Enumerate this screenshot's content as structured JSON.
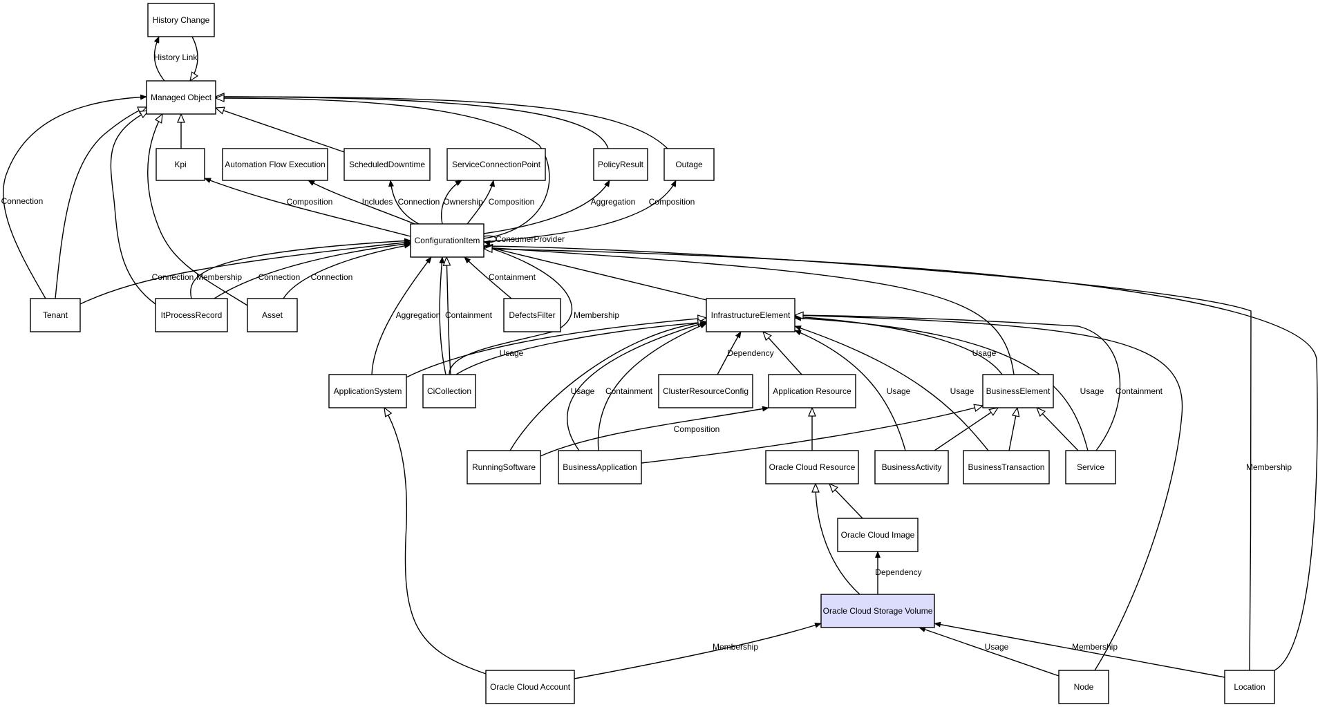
{
  "nodes": [
    {
      "id": "history_change",
      "label": "History Change"
    },
    {
      "id": "managed_object",
      "label": "Managed Object"
    },
    {
      "id": "kpi",
      "label": "Kpi"
    },
    {
      "id": "automation_flow_execution",
      "label": "Automation Flow Execution"
    },
    {
      "id": "scheduled_downtime",
      "label": "ScheduledDowntime"
    },
    {
      "id": "service_connection_point",
      "label": "ServiceConnectionPoint"
    },
    {
      "id": "policy_result",
      "label": "PolicyResult"
    },
    {
      "id": "outage",
      "label": "Outage"
    },
    {
      "id": "configuration_item",
      "label": "ConfigurationItem"
    },
    {
      "id": "tenant",
      "label": "Tenant"
    },
    {
      "id": "it_process_record",
      "label": "ItProcessRecord"
    },
    {
      "id": "asset",
      "label": "Asset"
    },
    {
      "id": "defects_filter",
      "label": "DefectsFilter"
    },
    {
      "id": "infrastructure_element",
      "label": "InfrastructureElement"
    },
    {
      "id": "application_system",
      "label": "ApplicationSystem"
    },
    {
      "id": "ci_collection",
      "label": "CiCollection"
    },
    {
      "id": "cluster_resource_config",
      "label": "ClusterResourceConfig"
    },
    {
      "id": "application_resource",
      "label": "Application Resource"
    },
    {
      "id": "business_element",
      "label": "BusinessElement"
    },
    {
      "id": "running_software",
      "label": "RunningSoftware"
    },
    {
      "id": "business_application",
      "label": "BusinessApplication"
    },
    {
      "id": "oracle_cloud_resource",
      "label": "Oracle Cloud Resource"
    },
    {
      "id": "business_activity",
      "label": "BusinessActivity"
    },
    {
      "id": "business_transaction",
      "label": "BusinessTransaction"
    },
    {
      "id": "service",
      "label": "Service"
    },
    {
      "id": "oracle_cloud_image",
      "label": "Oracle Cloud Image"
    },
    {
      "id": "oracle_cloud_storage_volume",
      "label": "Oracle Cloud Storage Volume",
      "highlight": true
    },
    {
      "id": "oracle_cloud_account",
      "label": "Oracle Cloud Account"
    },
    {
      "id": "node",
      "label": "Node"
    },
    {
      "id": "location",
      "label": "Location"
    }
  ],
  "edges": [
    {
      "from": "managed_object",
      "to": "history_change",
      "label": "History Link",
      "kind": "assoc"
    },
    {
      "from": "history_change",
      "to": "managed_object",
      "label": "",
      "kind": "inherit"
    },
    {
      "from": "kpi",
      "to": "managed_object",
      "label": "",
      "kind": "inherit"
    },
    {
      "from": "scheduled_downtime",
      "to": "managed_object",
      "label": "",
      "kind": "inherit"
    },
    {
      "from": "policy_result",
      "to": "managed_object",
      "label": "",
      "kind": "inherit"
    },
    {
      "from": "outage",
      "to": "managed_object",
      "label": "",
      "kind": "inherit"
    },
    {
      "from": "configuration_item",
      "to": "managed_object",
      "label": "",
      "kind": "inherit"
    },
    {
      "from": "tenant",
      "to": "managed_object",
      "label": "Connection",
      "kind": "assoc"
    },
    {
      "from": "tenant",
      "to": "managed_object",
      "label": "",
      "kind": "inherit"
    },
    {
      "from": "it_process_record",
      "to": "managed_object",
      "label": "",
      "kind": "inherit"
    },
    {
      "from": "asset",
      "to": "managed_object",
      "label": "",
      "kind": "inherit"
    },
    {
      "from": "configuration_item",
      "to": "kpi",
      "label": "Composition",
      "kind": "assoc"
    },
    {
      "from": "configuration_item",
      "to": "automation_flow_execution",
      "label": "Includes",
      "kind": "assoc"
    },
    {
      "from": "configuration_item",
      "to": "scheduled_downtime",
      "label": "Connection",
      "kind": "assoc"
    },
    {
      "from": "configuration_item",
      "to": "service_connection_point",
      "label": "Ownership",
      "kind": "assoc"
    },
    {
      "from": "configuration_item",
      "to": "service_connection_point",
      "label": "Composition",
      "kind": "assoc"
    },
    {
      "from": "configuration_item",
      "to": "policy_result",
      "label": "Aggregation",
      "kind": "assoc"
    },
    {
      "from": "configuration_item",
      "to": "outage",
      "label": "Composition",
      "kind": "assoc"
    },
    {
      "from": "configuration_item",
      "to": "configuration_item",
      "label": "ConsumerProvider",
      "kind": "assoc"
    },
    {
      "from": "tenant",
      "to": "configuration_item",
      "label": "Connection",
      "kind": "assoc"
    },
    {
      "from": "it_process_record",
      "to": "configuration_item",
      "label": "Membership",
      "kind": "assoc"
    },
    {
      "from": "it_process_record",
      "to": "configuration_item",
      "label": "Connection",
      "kind": "assoc"
    },
    {
      "from": "asset",
      "to": "configuration_item",
      "label": "Connection",
      "kind": "assoc"
    },
    {
      "from": "defects_filter",
      "to": "configuration_item",
      "label": "Containment",
      "kind": "assoc"
    },
    {
      "from": "application_system",
      "to": "configuration_item",
      "label": "Aggregation",
      "kind": "assoc"
    },
    {
      "from": "ci_collection",
      "to": "configuration_item",
      "label": "Containment",
      "kind": "assoc"
    },
    {
      "from": "ci_collection",
      "to": "configuration_item",
      "label": "",
      "kind": "inherit"
    },
    {
      "from": "ci_collection",
      "to": "configuration_item",
      "label": "Membership",
      "kind": "assoc"
    },
    {
      "from": "infrastructure_element",
      "to": "configuration_item",
      "label": "",
      "kind": "inherit"
    },
    {
      "from": "business_element",
      "to": "configuration_item",
      "label": "",
      "kind": "inherit"
    },
    {
      "from": "location",
      "to": "configuration_item",
      "label": "Membership",
      "kind": "assoc"
    },
    {
      "from": "location",
      "to": "configuration_item",
      "label": "",
      "kind": "inherit"
    },
    {
      "from": "application_system",
      "to": "infrastructure_element",
      "label": "",
      "kind": "inherit"
    },
    {
      "from": "ci_collection",
      "to": "infrastructure_element",
      "label": "Usage",
      "kind": "assoc"
    },
    {
      "from": "running_software",
      "to": "infrastructure_element",
      "label": "",
      "kind": "inherit"
    },
    {
      "from": "business_application",
      "to": "infrastructure_element",
      "label": "Usage",
      "kind": "assoc"
    },
    {
      "from": "business_application",
      "to": "infrastructure_element",
      "label": "Containment",
      "kind": "assoc"
    },
    {
      "from": "cluster_resource_config",
      "to": "infrastructure_element",
      "label": "Dependency",
      "kind": "assoc"
    },
    {
      "from": "application_resource",
      "to": "infrastructure_element",
      "label": "",
      "kind": "inherit"
    },
    {
      "from": "business_activity",
      "to": "infrastructure_element",
      "label": "Usage",
      "kind": "assoc"
    },
    {
      "from": "business_transaction",
      "to": "infrastructure_element",
      "label": "Usage",
      "kind": "assoc"
    },
    {
      "from": "business_element",
      "to": "infrastructure_element",
      "label": "Usage",
      "kind": "assoc"
    },
    {
      "from": "service",
      "to": "infrastructure_element",
      "label": "Usage",
      "kind": "assoc"
    },
    {
      "from": "service",
      "to": "infrastructure_element",
      "label": "Containment",
      "kind": "assoc"
    },
    {
      "from": "node",
      "to": "infrastructure_element",
      "label": "",
      "kind": "inherit"
    },
    {
      "from": "running_software",
      "to": "application_resource",
      "label": "Composition",
      "kind": "assoc"
    },
    {
      "from": "business_application",
      "to": "business_element",
      "label": "",
      "kind": "inherit"
    },
    {
      "from": "business_activity",
      "to": "business_element",
      "label": "",
      "kind": "inherit"
    },
    {
      "from": "business_transaction",
      "to": "business_element",
      "label": "",
      "kind": "inherit"
    },
    {
      "from": "service",
      "to": "business_element",
      "label": "",
      "kind": "inherit"
    },
    {
      "from": "oracle_cloud_resource",
      "to": "application_resource",
      "label": "",
      "kind": "inherit"
    },
    {
      "from": "oracle_cloud_image",
      "to": "oracle_cloud_resource",
      "label": "",
      "kind": "inherit"
    },
    {
      "from": "oracle_cloud_storage_volume",
      "to": "oracle_cloud_resource",
      "label": "",
      "kind": "inherit"
    },
    {
      "from": "oracle_cloud_storage_volume",
      "to": "oracle_cloud_image",
      "label": "Dependency",
      "kind": "assoc"
    },
    {
      "from": "oracle_cloud_account",
      "to": "oracle_cloud_storage_volume",
      "label": "Membership",
      "kind": "assoc"
    },
    {
      "from": "oracle_cloud_account",
      "to": "application_system",
      "label": "",
      "kind": "inherit"
    },
    {
      "from": "node",
      "to": "oracle_cloud_storage_volume",
      "label": "Usage",
      "kind": "assoc"
    },
    {
      "from": "location",
      "to": "oracle_cloud_storage_volume",
      "label": "Membership",
      "kind": "assoc"
    }
  ]
}
